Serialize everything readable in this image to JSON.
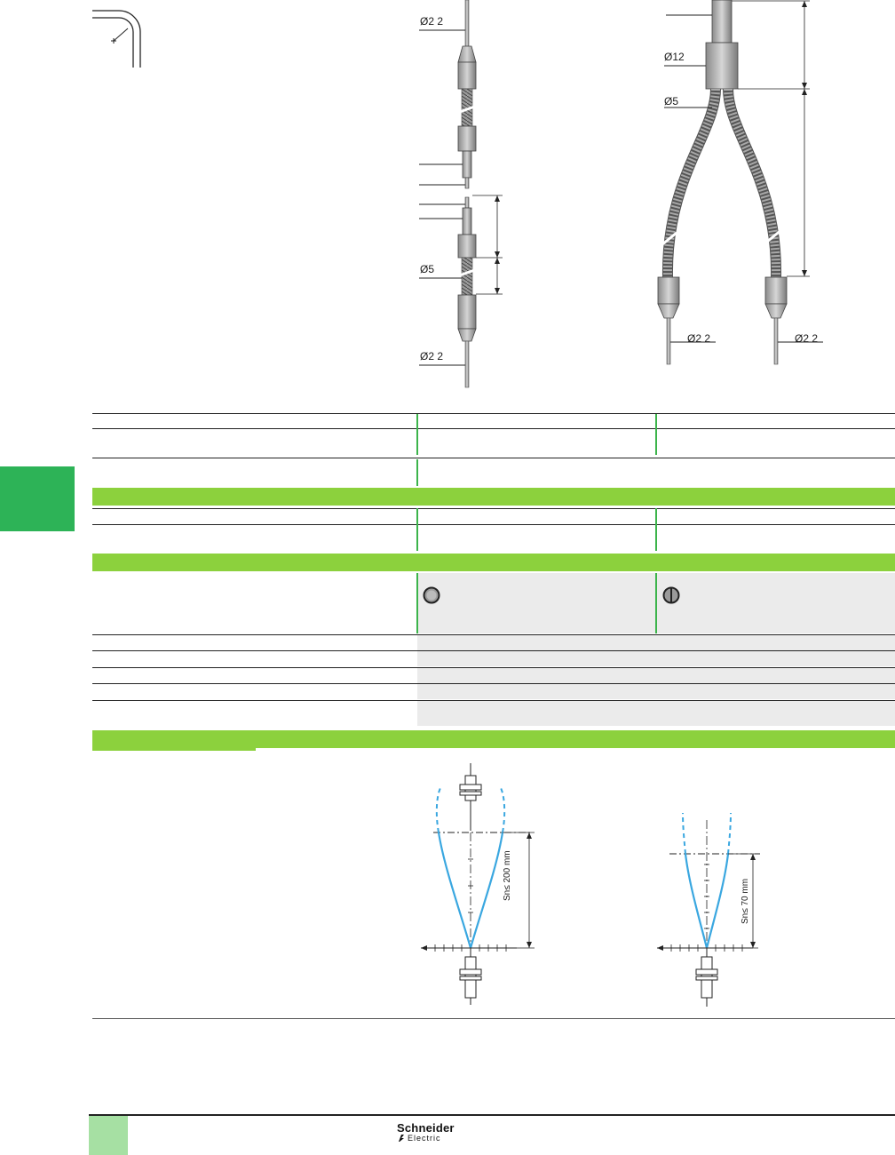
{
  "drawing": {
    "left_dims": {
      "top_dia": "Ø2 2",
      "mid_dia": "Ø5",
      "bottom_dia": "Ø2 2"
    },
    "right_dims": {
      "head_dia": "Ø12",
      "sheath_dia": "Ø5",
      "left_end_dia": "Ø2 2",
      "right_end_dia": "Ø2 2"
    }
  },
  "curves": {
    "left_range": "Sn≤  200 mm",
    "right_range": "Sn≤  70 mm"
  },
  "footer": {
    "brand_top": "Schneider",
    "brand_bottom": "Electric"
  },
  "colors": {
    "accent_green": "#8cd13d",
    "side_tab": "#2db357",
    "footer_tab": "#a6e0a3",
    "curve_blue": "#3aa7e0"
  }
}
